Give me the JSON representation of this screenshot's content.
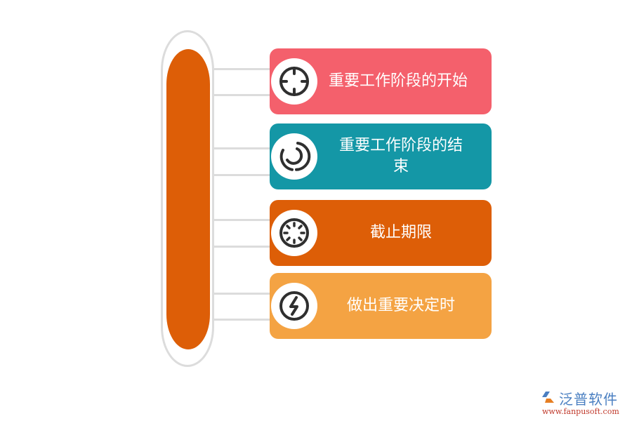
{
  "diagram": {
    "type": "capsule-list",
    "capsule": {
      "outline_color": "#dcdcdc",
      "fill_color": "#dd5e07"
    },
    "items": [
      {
        "label": "重要工作阶段的开始",
        "color": "#f4606c",
        "icon": "crosshair-icon"
      },
      {
        "label": "重要工作阶段的结束",
        "color": "#1497a6",
        "icon": "circular-arcs-icon"
      },
      {
        "label": "截止期限",
        "color": "#dd5e07",
        "icon": "loading-spinner-icon"
      },
      {
        "label": "做出重要决定时",
        "color": "#f4a343",
        "icon": "lightning-bolt-icon"
      }
    ]
  },
  "watermark": {
    "name": "泛普软件",
    "url": "www.fanpusoft.com"
  }
}
